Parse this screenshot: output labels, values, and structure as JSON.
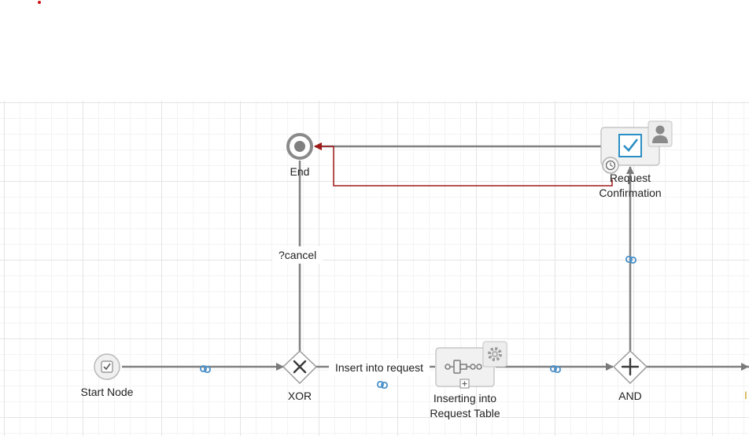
{
  "nodes": {
    "start": {
      "label": "Start Node",
      "icon": "check-icon"
    },
    "xor": {
      "label": "XOR",
      "icon": "x-gateway-icon"
    },
    "end": {
      "label": "End",
      "icon": "end-event-icon"
    },
    "insert_task": {
      "label_line1": "Inserting into",
      "label_line2": "Request Table",
      "icon": "service-gear-icon"
    },
    "and": {
      "label": "AND",
      "icon": "plus-gateway-icon"
    },
    "confirm_task": {
      "label_line1": "Request",
      "label_line2": "Confirmation",
      "icon": "user-icon"
    },
    "partial_right": {
      "label": "I"
    }
  },
  "edges": {
    "xor_end": {
      "label": "?cancel"
    },
    "xor_insert": {
      "label": "Insert into request"
    }
  },
  "colors": {
    "line": "#808080",
    "boundary_flow": "#a01818",
    "link_badge": "#4a90c8",
    "checkbox": "#2a8fc4",
    "partial_label": "#c8a020"
  }
}
